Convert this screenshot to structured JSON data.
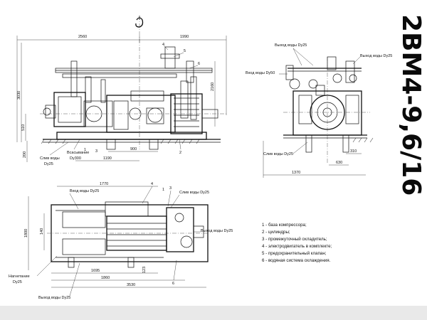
{
  "model": "2ВМ4-9,6/16",
  "front_view": {
    "dims": {
      "overall_left": "2560",
      "overall_right": "1990",
      "height": "3030",
      "height_right": "2160",
      "h_510": "510",
      "h_200": "200",
      "w_900": "900",
      "w_1190": "1190"
    },
    "labels": {
      "drain": "Слив воды",
      "drain_dy": "Dy25",
      "intake": "Всасывание",
      "intake_dy": "Dy300",
      "n4": "4",
      "n5": "5",
      "n6": "6",
      "n1": "1",
      "n2": "2",
      "n3": "3"
    }
  },
  "side_view": {
    "dims": {
      "w_310": "310",
      "w_630": "630",
      "w_1370": "1370"
    },
    "labels": {
      "water_out_a": "Выход воды Dy25",
      "water_out_b": "Выход воды Dy25",
      "water_in": "Вход воды Dy50",
      "drain": "Слив воды Dy25"
    }
  },
  "plan_view": {
    "dims": {
      "top": "1770",
      "h_1800": "1800",
      "h_140": "140",
      "d_1695": "1695",
      "d_1860": "1860",
      "d_3530": "3530",
      "d_123": "123"
    },
    "labels": {
      "water_in": "Вход воды Dy25",
      "drain": "Слив воды Dy25",
      "water_out_r": "Выход воды Dy25",
      "discharge": "Нагнетание",
      "discharge_dy": "Dy25",
      "water_out_bottom": "Выход воды Dy25",
      "n4": "4",
      "n3": "3",
      "n1": "1",
      "n6": "6"
    }
  },
  "legend": [
    "1 - база компрессора;",
    "2 - цилиндры;",
    "3 - промежуточный охладитель;",
    "4 - электродвигатель в комплекте;",
    "5 - предохранительный клапан;",
    "6 - водяная система охлаждения."
  ]
}
